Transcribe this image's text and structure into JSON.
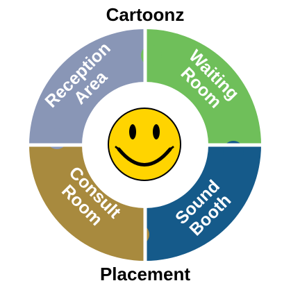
{
  "header": {
    "title": "Cartoonz"
  },
  "footer": {
    "caption": "Placement"
  },
  "segments": [
    {
      "id": "reception",
      "lines": [
        "Reception",
        "Area"
      ],
      "color": "#8996b6"
    },
    {
      "id": "waiting",
      "lines": [
        "Waiting",
        "Room"
      ],
      "color": "#6fbf5a"
    },
    {
      "id": "sound",
      "lines": [
        "Sound",
        "Booth"
      ],
      "color": "#155a8a"
    },
    {
      "id": "consult",
      "lines": [
        "Consult",
        "Room"
      ],
      "color": "#a88a3e"
    }
  ],
  "center": {
    "icon": "smiley-face-icon",
    "face_color": "#ffd400",
    "outline_color": "#000000"
  }
}
